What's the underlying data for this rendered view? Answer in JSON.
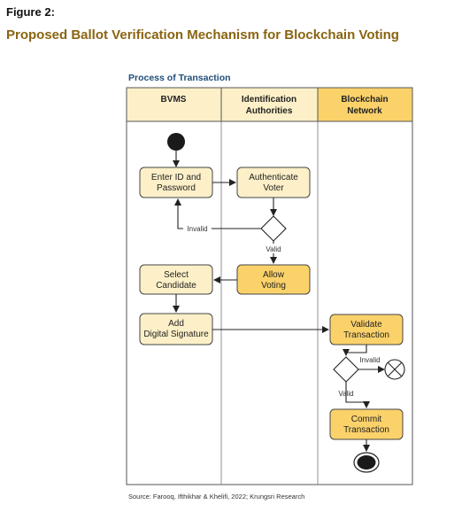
{
  "figure_label": "Figure 2:",
  "figure_title": "Proposed Ballot Verification Mechanism for Blockchain Voting",
  "process_title": "Process of Transaction",
  "lanes": [
    {
      "line1": "BVMS",
      "line2": ""
    },
    {
      "line1": "Identification",
      "line2": "Authorities"
    },
    {
      "line1": "Blockchain",
      "line2": "Network"
    }
  ],
  "nodes": {
    "enter_id": {
      "line1": "Enter ID and",
      "line2": "Password"
    },
    "authenticate": {
      "line1": "Authenticate",
      "line2": "Voter"
    },
    "select_candidate": {
      "line1": "Select",
      "line2": "Candidate"
    },
    "allow_voting": {
      "line1": "Allow",
      "line2": "Voting"
    },
    "add_signature": {
      "line1": "Add",
      "line2": "Digital Signature"
    },
    "validate": {
      "line1": "Validate",
      "line2": "Transaction"
    },
    "commit": {
      "line1": "Commit",
      "line2": "Transaction"
    }
  },
  "edge_labels": {
    "invalid_1": "Invalid",
    "valid_1": "Valid",
    "invalid_2": "Invalid",
    "valid_2": "Valid"
  },
  "colors": {
    "lane_head_light": "#fdf0c8",
    "lane_head_dark": "#fbd26a",
    "box_light": "#fdf0c8",
    "box_dark": "#fbd26a",
    "figure_title": "#8a6410",
    "process_title": "#1f4e79"
  },
  "source": "Source: Farooq, Ifthikhar & Khelifi, 2022; Krungsri Research"
}
